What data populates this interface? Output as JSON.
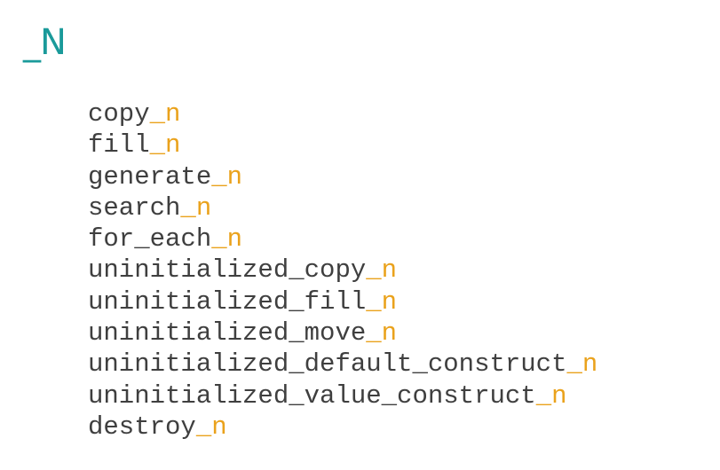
{
  "title": "_N",
  "suffix": "_n",
  "colors": {
    "title": "#1a9a9a",
    "text": "#3f3f3f",
    "suffix": "#eaa21c",
    "background": "#ffffff"
  },
  "algorithms": [
    "copy",
    "fill",
    "generate",
    "search",
    "for_each",
    "uninitialized_copy",
    "uninitialized_fill",
    "uninitialized_move",
    "uninitialized_default_construct",
    "uninitialized_value_construct",
    "destroy"
  ]
}
